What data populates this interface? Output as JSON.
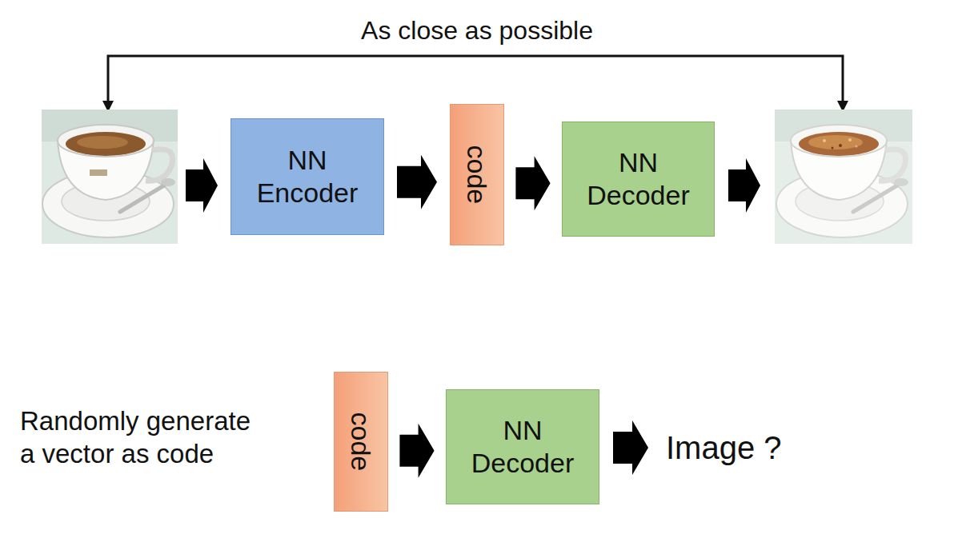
{
  "diagram": {
    "nodes": [
      {
        "text": [
          "NN Encoder"
        ]
      },
      {
        "text": [
          "code"
        ]
      },
      {
        "text": [
          "NN Decoder"
        ]
      },
      {
        "text": [
          "code"
        ]
      },
      {
        "text": [
          "NN Decoder"
        ]
      }
    ],
    "edges": [
      {
        "from": 0,
        "to": 1,
        "arrow": "to"
      },
      {
        "from": 1,
        "to": 2,
        "arrow": "to"
      },
      {
        "from": 3,
        "to": 4,
        "arrow": "to"
      }
    ],
    "labels": [
      "As close as possible",
      "Randomly generate a vector as code",
      "Image ?"
    ]
  }
}
